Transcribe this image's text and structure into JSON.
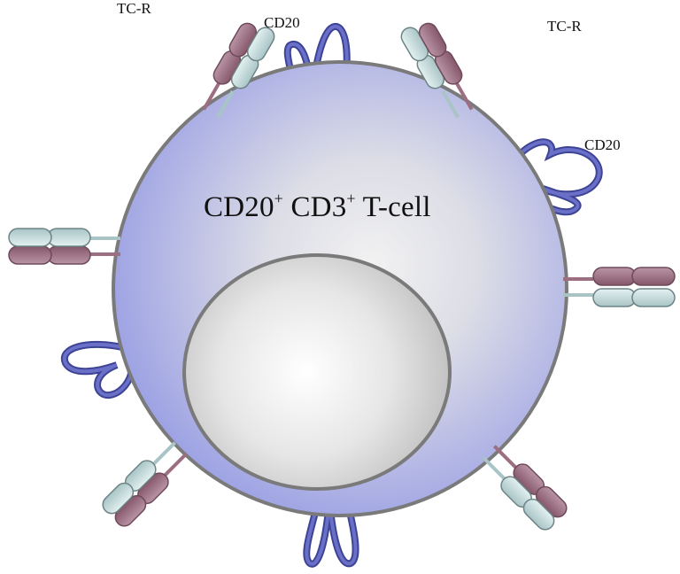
{
  "labels": {
    "tcr_top_left": "TC-R",
    "cd20_top": "CD20",
    "tcr_top_right": "TC-R",
    "cd20_right": "CD20"
  },
  "cell_title": {
    "part1": "CD20",
    "sup1": "+",
    "part2": " CD3",
    "sup2": "+",
    "part3": " T-cell"
  },
  "colors": {
    "membrane": "#a9aee6",
    "membrane_edge": "#777777",
    "nucleus": "#ececec",
    "cd20_loop": "#5258b0",
    "tcr_chain_mauve": "#9c6e82",
    "tcr_chain_grey": "#c6dfe0"
  }
}
